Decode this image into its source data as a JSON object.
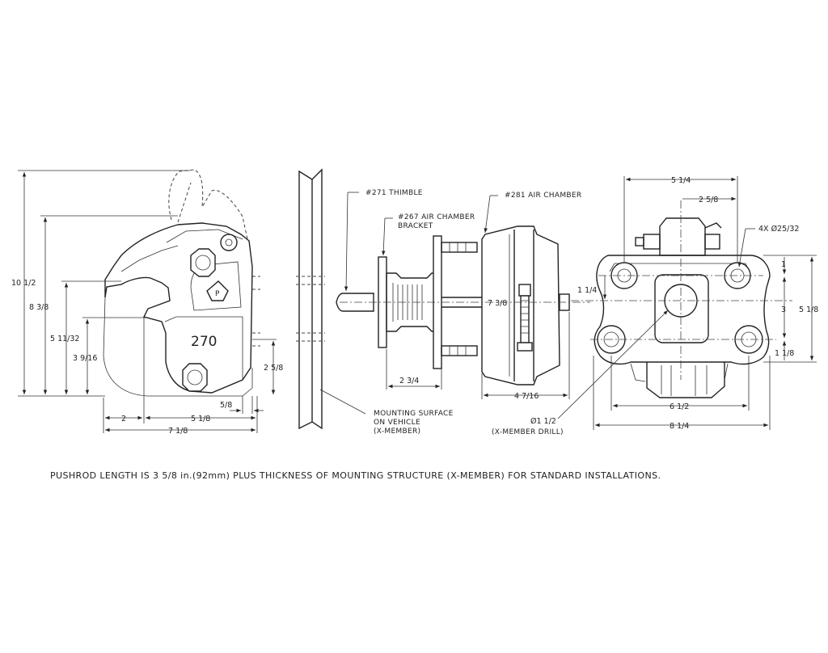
{
  "model_label": "270",
  "callouts": {
    "thimble": "#271 THIMBLE",
    "air_chamber": "#281 AIR CHAMBER",
    "bracket_line1": "#267 AIR CHAMBER",
    "bracket_line2": "BRACKET",
    "mount_line1": "MOUNTING SURFACE",
    "mount_line2": "ON VEHICLE",
    "mount_line3": "(X-MEMBER)",
    "drill_line1": "Ø1 1/2",
    "drill_line2": "(X-MEMBER DRILL)",
    "holes": "4X Ø25/32"
  },
  "dimensions": {
    "left": {
      "h_10_1_2": "10 1/2",
      "h_8_3_8": "8 3/8",
      "h_5_11_32": "5 11/32",
      "h_3_9_16": "3 9/16",
      "h_2_5_8": "2 5/8",
      "w_5_8": "5/8",
      "w_2": "2",
      "w_5_1_8": "5 1/8",
      "w_7_1_8": "7 1/8"
    },
    "middle": {
      "w_2_3_4": "2 3/4",
      "w_4_7_16": "4 7/16",
      "d_7_3_8": "7 3/8"
    },
    "right": {
      "w_5_1_4": "5 1/4",
      "w_2_5_8": "2 5/8",
      "h_1": "1",
      "h_1_1_4": "1 1/4",
      "h_3": "3",
      "h_1_1_8": "1 1/8",
      "h_5_1_8": "5 1/8",
      "w_6_1_2": "6 1/2",
      "w_8_1_4": "8 1/4"
    }
  },
  "note": "PUSHROD LENGTH IS 3 5/8 in.(92mm) PLUS THICKNESS OF MOUNTING STRUCTURE (X-MEMBER) FOR STANDARD INSTALLATIONS."
}
